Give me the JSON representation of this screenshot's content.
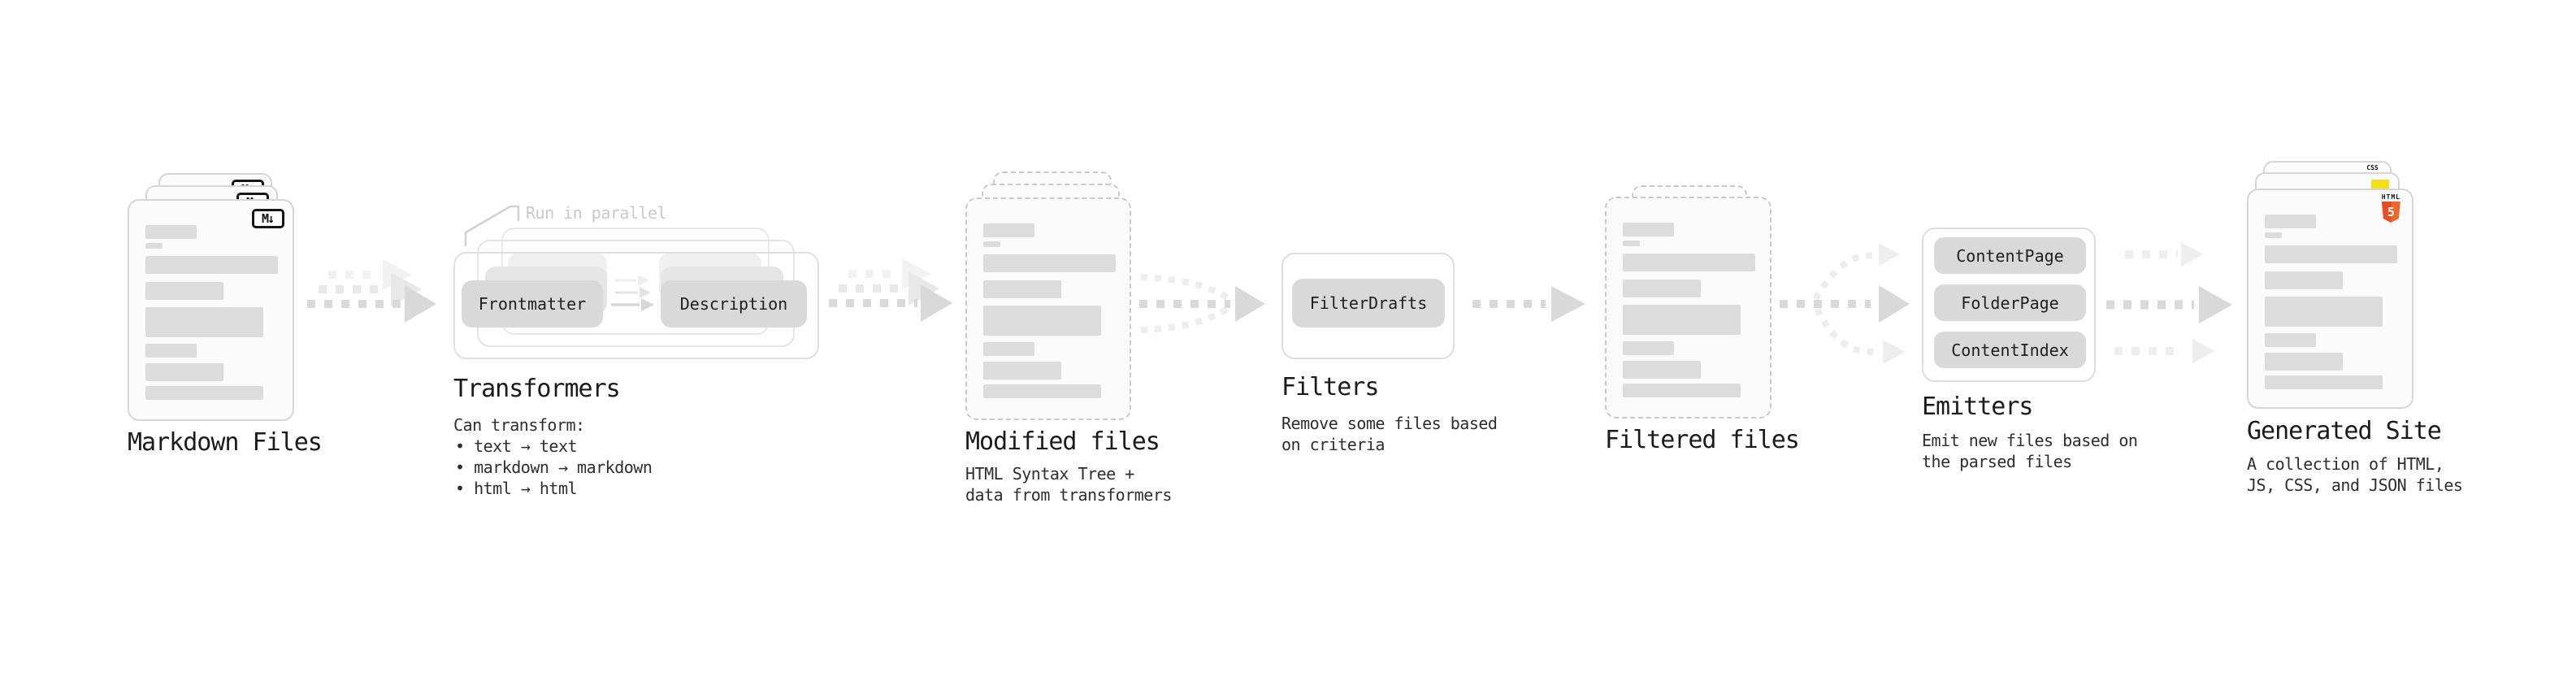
{
  "diagram": "static-site-generation-pipeline",
  "nodes": {
    "markdown_files": {
      "caption": "Markdown Files",
      "badge": "M↓"
    },
    "transformers": {
      "caption": "Transformers",
      "parallel_note": "Run in parallel",
      "pill_frontmatter": "Frontmatter",
      "pill_description": "Description",
      "subtitle": "Can transform:",
      "bullet_1": "• text → text",
      "bullet_2": "• markdown → markdown",
      "bullet_3": "• html → html"
    },
    "modified_files": {
      "caption": "Modified files",
      "subtitle_line1": "HTML Syntax Tree +",
      "subtitle_line2": "data from transformers"
    },
    "filters": {
      "caption": "Filters",
      "pill_filterdrafts": "FilterDrafts",
      "subtitle_line1": "Remove some files based",
      "subtitle_line2": "on criteria"
    },
    "filtered_files": {
      "caption": "Filtered files"
    },
    "emitters": {
      "caption": "Emitters",
      "pill_contentpage": "ContentPage",
      "pill_folderpage": "FolderPage",
      "pill_contentindex": "ContentIndex",
      "subtitle_line1": "Emit new files based on",
      "subtitle_line2": "the parsed files"
    },
    "generated_site": {
      "caption": "Generated Site",
      "subtitle_line1": "A collection of HTML,",
      "subtitle_line2": "JS, CSS, and JSON files",
      "badge_css": "CSS",
      "badge_html": "HTML",
      "badge_html_number": "5"
    }
  },
  "colors": {
    "background": "#ffffff",
    "doc_fill": "#fbfbfb",
    "doc_border": "#d6d6d6",
    "doc_dashed_border": "#c9c9c9",
    "bar_gray": "#dcdcdc",
    "pill_gray": "#d9d9d9",
    "arrow_dark": "#d9d9d9",
    "arrow_mid": "#e8e8e8",
    "arrow_light": "#f2f2f2",
    "note_gray": "#c9c9c9",
    "text_dark": "#1b1b1b",
    "html5_orange": "#e44d26",
    "html5_orange_light": "#f16529",
    "js_yellow": "#f5de19",
    "css_blue": "#2965f1"
  }
}
